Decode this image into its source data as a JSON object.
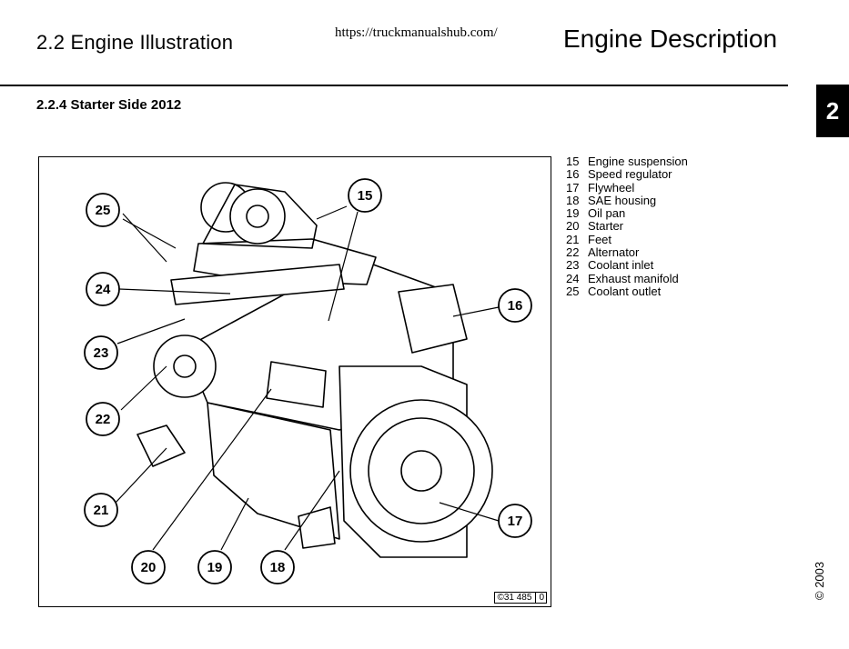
{
  "header": {
    "chapter_title": "2.2 Engine Illustration",
    "url": "https://truckmanualshub.com/",
    "doc_title": "Engine Description"
  },
  "tab": {
    "label": "2"
  },
  "section": {
    "title": "2.2.4  Starter Side 2012"
  },
  "figure": {
    "ref_a": "©31 485",
    "ref_b": "0",
    "callouts": [
      "25",
      "15",
      "24",
      "16",
      "23",
      "22",
      "21",
      "17",
      "20",
      "19",
      "18"
    ]
  },
  "legend": [
    {
      "num": "15",
      "text": "Engine suspension"
    },
    {
      "num": "16",
      "text": "Speed regulator"
    },
    {
      "num": "17",
      "text": "Flywheel"
    },
    {
      "num": "18",
      "text": "SAE housing"
    },
    {
      "num": "19",
      "text": "Oil pan"
    },
    {
      "num": "20",
      "text": "Starter"
    },
    {
      "num": "21",
      "text": "Feet"
    },
    {
      "num": "22",
      "text": "Alternator"
    },
    {
      "num": "23",
      "text": "Coolant inlet"
    },
    {
      "num": "24",
      "text": "Exhaust manifold"
    },
    {
      "num": "25",
      "text": "Coolant outlet"
    }
  ],
  "footer": {
    "copyright": "© 2003"
  }
}
